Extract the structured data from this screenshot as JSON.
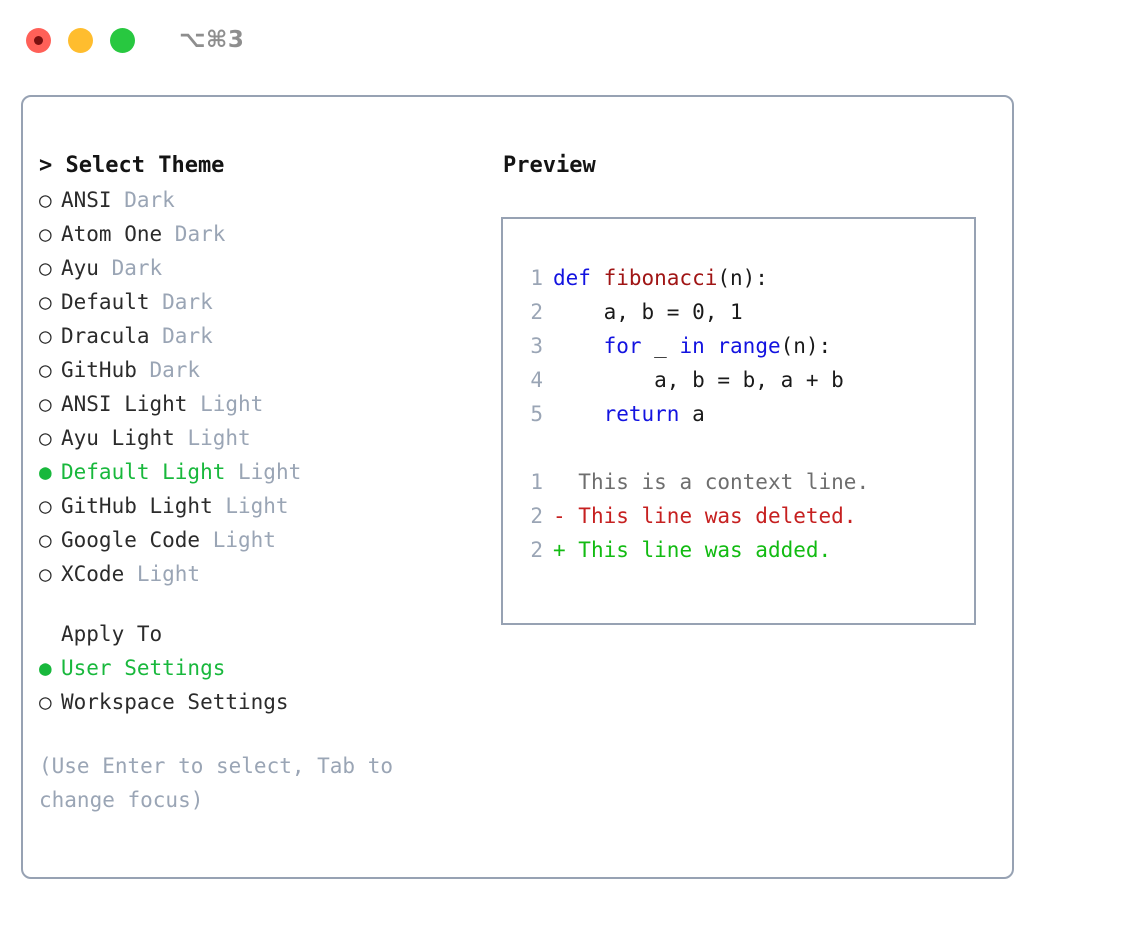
{
  "window": {
    "title": "⌥⌘3",
    "traffic_lights": [
      {
        "name": "close-button",
        "color": "#ff6058"
      },
      {
        "name": "minimize-button",
        "color": "#ffbd2e"
      },
      {
        "name": "maximize-button",
        "color": "#28c840"
      }
    ],
    "border_color": "#97a2b3"
  },
  "left": {
    "header": "> Select Theme",
    "themes": [
      {
        "bullet": "○",
        "name": "ANSI",
        "kind": "Dark",
        "selected": false
      },
      {
        "bullet": "○",
        "name": "Atom One",
        "kind": "Dark",
        "selected": false
      },
      {
        "bullet": "○",
        "name": "Ayu",
        "kind": "Dark",
        "selected": false
      },
      {
        "bullet": "○",
        "name": "Default",
        "kind": "Dark",
        "selected": false
      },
      {
        "bullet": "○",
        "name": "Dracula",
        "kind": "Dark",
        "selected": false
      },
      {
        "bullet": "○",
        "name": "GitHub",
        "kind": "Dark",
        "selected": false
      },
      {
        "bullet": "○",
        "name": "ANSI Light",
        "kind": "Light",
        "selected": false
      },
      {
        "bullet": "○",
        "name": "Ayu Light",
        "kind": "Light",
        "selected": false
      },
      {
        "bullet": "●",
        "name": "Default Light",
        "kind": "Light",
        "selected": true
      },
      {
        "bullet": "○",
        "name": "GitHub Light",
        "kind": "Light",
        "selected": false
      },
      {
        "bullet": "○",
        "name": "Google Code",
        "kind": "Light",
        "selected": false
      },
      {
        "bullet": "○",
        "name": "XCode",
        "kind": "Light",
        "selected": false
      }
    ],
    "apply_to": {
      "header": "Apply To",
      "options": [
        {
          "bullet": "●",
          "label": "User Settings",
          "selected": true
        },
        {
          "bullet": "○",
          "label": "Workspace Settings",
          "selected": false
        }
      ]
    },
    "hint": "(Use Enter to select, Tab to change focus)"
  },
  "right": {
    "title": "Preview",
    "code": [
      {
        "num": "1",
        "segments": [
          {
            "text": "def ",
            "style": "kw"
          },
          {
            "text": "fibonacci",
            "style": "fn"
          },
          {
            "text": "(n):",
            "style": "pl"
          }
        ]
      },
      {
        "num": "2",
        "segments": [
          {
            "text": "    a, b = 0, 1",
            "style": "pl"
          }
        ]
      },
      {
        "num": "3",
        "segments": [
          {
            "text": "    ",
            "style": "pl"
          },
          {
            "text": "for ",
            "style": "kw"
          },
          {
            "text": "_ ",
            "style": "pl"
          },
          {
            "text": "in ",
            "style": "kw"
          },
          {
            "text": "range",
            "style": "kw"
          },
          {
            "text": "(n):",
            "style": "pl"
          }
        ]
      },
      {
        "num": "4",
        "segments": [
          {
            "text": "        a, b = b, a + b",
            "style": "pl"
          }
        ]
      },
      {
        "num": "5",
        "segments": [
          {
            "text": "    ",
            "style": "pl"
          },
          {
            "text": "return ",
            "style": "kw"
          },
          {
            "text": "a",
            "style": "pl"
          }
        ]
      }
    ],
    "diff": [
      {
        "num": "1",
        "marker": " ",
        "text": "This is a context line.",
        "style": "ctx"
      },
      {
        "num": "2",
        "marker": "-",
        "text": "This line was deleted.",
        "style": "del"
      },
      {
        "num": "2",
        "marker": "+",
        "text": "This line was added.",
        "style": "add"
      }
    ]
  },
  "colors": {
    "accent_green": "#18b83c",
    "muted": "#9aa5b5",
    "keyword_blue": "#1313e0",
    "function_red": "#a01515",
    "diff_add": "#12bb12",
    "diff_del": "#c62020",
    "border": "#97a2b3"
  }
}
